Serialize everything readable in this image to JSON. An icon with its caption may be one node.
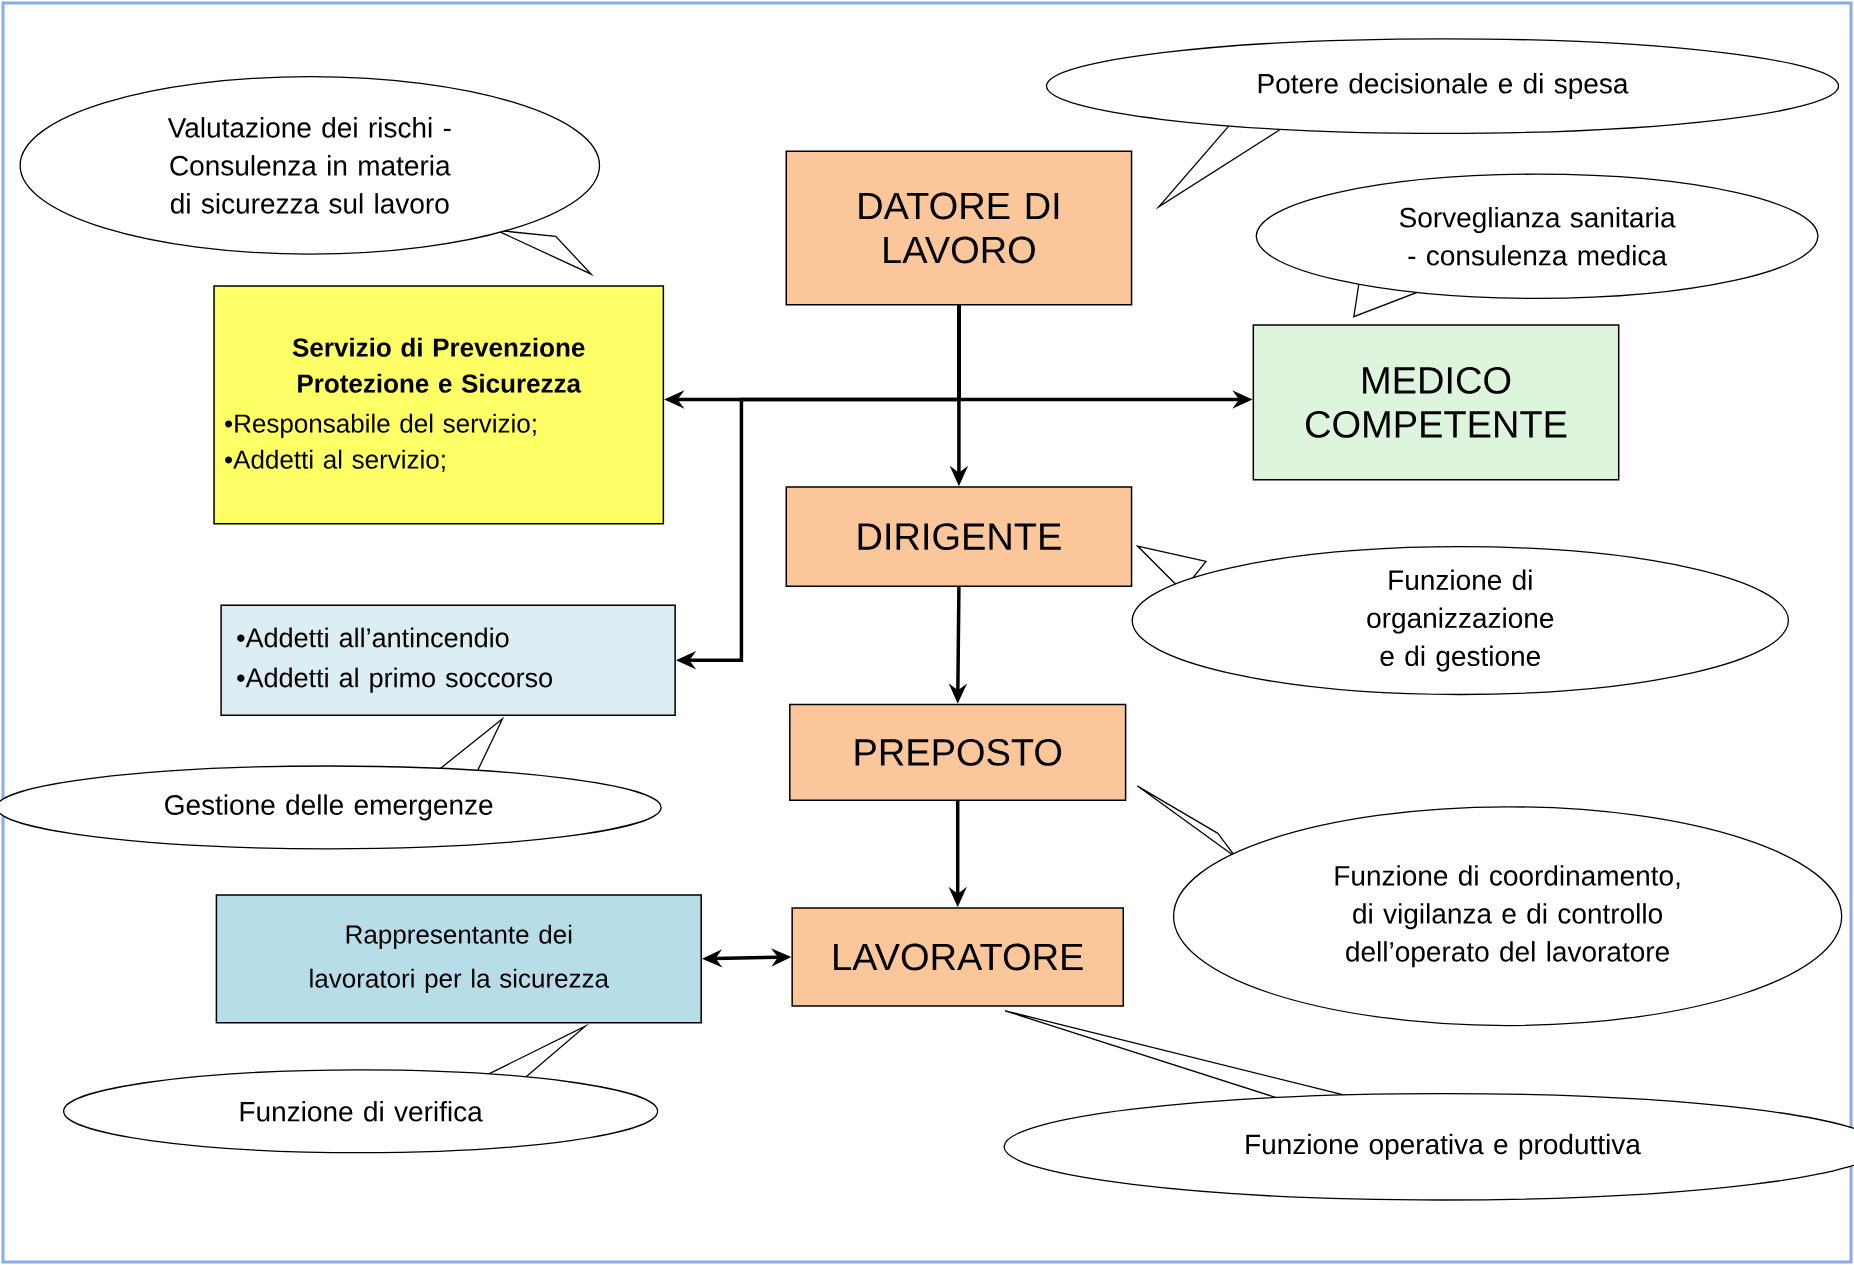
{
  "diagram": {
    "nodes": [
      {
        "text": [
          "Valutazione dei rischi - Consulenza in materia di sicurezza sul lavoro"
        ]
      },
      {
        "text": [
          "Potere decisionale e di spesa"
        ]
      },
      {
        "text": [
          "DATORE DI LAVORO"
        ]
      },
      {
        "text": [
          "Sorveglianza sanitaria - consulenza medica"
        ]
      },
      {
        "text": [
          "Servizio di Prevenzione Protezione e Sicurezza",
          "•Responsabile del servizio;",
          "•Addetti al servizio;"
        ]
      },
      {
        "text": [
          "MEDICO COMPETENTE"
        ]
      },
      {
        "text": [
          "DIRIGENTE"
        ]
      },
      {
        "text": [
          "Funzione di organizzazione e di gestione"
        ]
      },
      {
        "text": [
          "•Addetti all’antincendio",
          "•Addetti al primo soccorso"
        ]
      },
      {
        "text": [
          "PREPOSTO"
        ]
      },
      {
        "text": [
          "Gestione delle emergenze"
        ]
      },
      {
        "text": [
          "Funzione di coordinamento, di vigilanza e di controllo dell’operato del lavoratore"
        ]
      },
      {
        "text": [
          "Rappresentante dei lavoratori per la sicurezza"
        ]
      },
      {
        "text": [
          "LAVORATORE"
        ]
      },
      {
        "text": [
          "Funzione di verifica"
        ]
      },
      {
        "text": [
          "Funzione operativa e produttiva"
        ]
      }
    ],
    "edges": [
      {
        "from": 2,
        "to": 6,
        "arrow": "to"
      },
      {
        "from": 2,
        "to": 4,
        "arrow": "to"
      },
      {
        "from": 2,
        "to": 5,
        "arrow": "to"
      },
      {
        "from": 2,
        "to": 8,
        "arrow": "to"
      },
      {
        "from": 6,
        "to": 9,
        "arrow": "to"
      },
      {
        "from": 9,
        "to": 13,
        "arrow": "to"
      },
      {
        "from": 12,
        "to": 13,
        "arrow": "both"
      }
    ]
  }
}
